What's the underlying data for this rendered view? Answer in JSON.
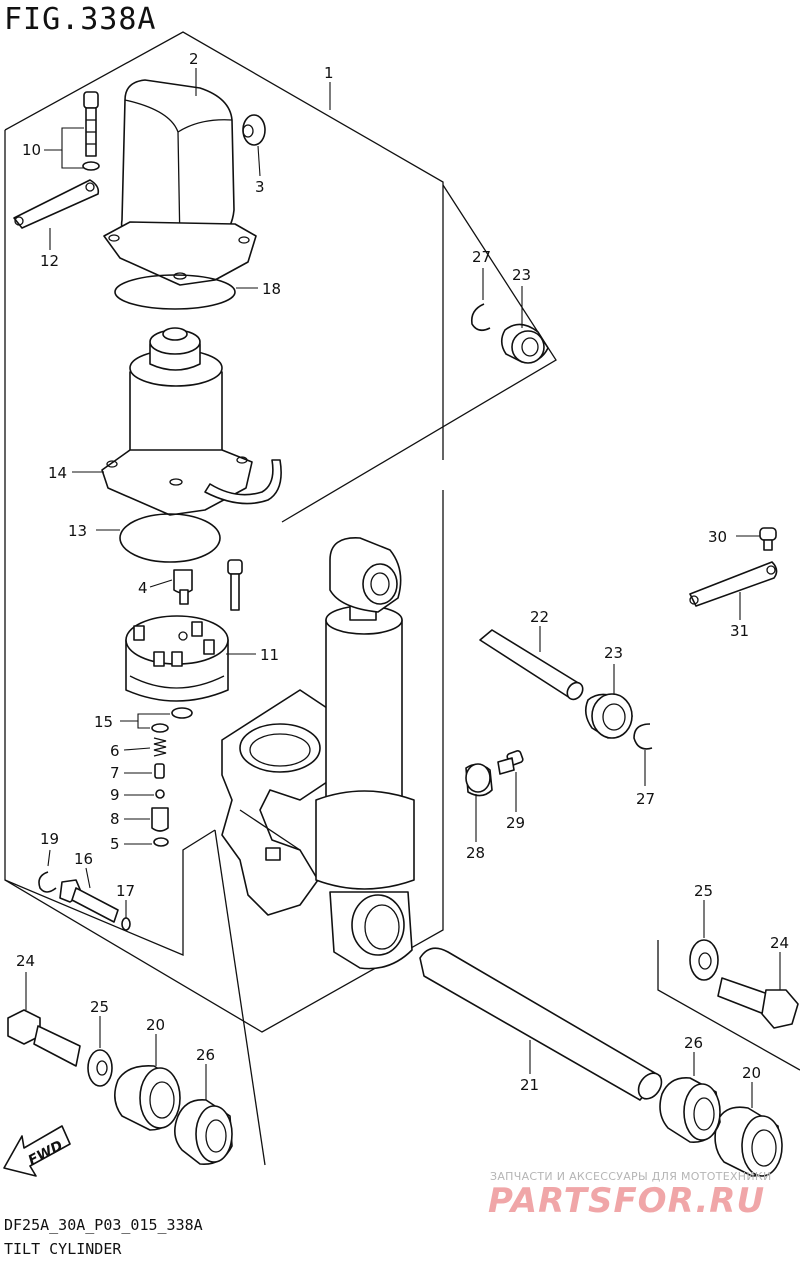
{
  "figure": {
    "title": "FIG.338A",
    "code": "DF25A_30A_P03_015_338A",
    "name": "TILT CYLINDER"
  },
  "watermark": {
    "line1": "ЗАПЧАСТИ И АКСЕССУАРЫ ДЛЯ МОТОТЕХНИКИ",
    "line2": "PARTSFOR.RU",
    "color": "#f0a6a8"
  },
  "fwd_label": "FWD",
  "callouts": {
    "c1": "1",
    "c2": "2",
    "c3": "3",
    "c4": "4",
    "c5": "5",
    "c6": "6",
    "c7": "7",
    "c8": "8",
    "c9": "9",
    "c10": "10",
    "c11": "11",
    "c12": "12",
    "c13": "13",
    "c14": "14",
    "c15": "15",
    "c16": "16",
    "c17": "17",
    "c18": "18",
    "c19": "19",
    "c20a": "20",
    "c20b": "20",
    "c21": "21",
    "c22": "22",
    "c23a": "23",
    "c23b": "23",
    "c24a": "24",
    "c24b": "24",
    "c25a": "25",
    "c25b": "25",
    "c26a": "26",
    "c26b": "26",
    "c27a": "27",
    "c27b": "27",
    "c28": "28",
    "c29": "29",
    "c30": "30",
    "c31": "31"
  }
}
